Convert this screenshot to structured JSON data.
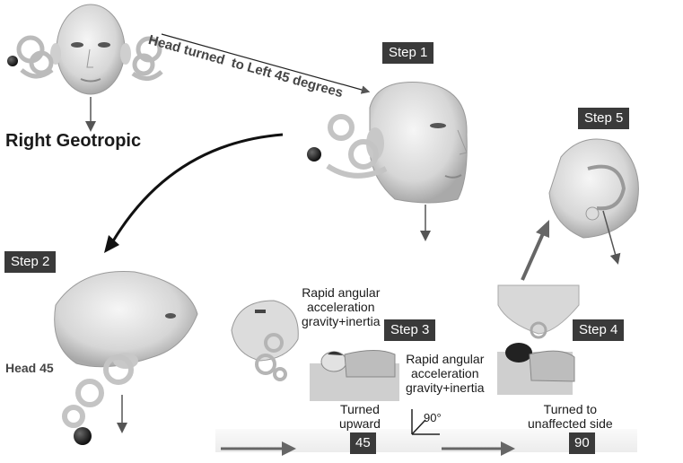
{
  "title_left": "Right Geotropic",
  "rotation_note": "Head turned  to Left 45 degrees",
  "steps": {
    "s1": "Step 1",
    "s2": "Step 2",
    "s3": "Step 3",
    "s4": "Step 4",
    "s5": "Step 5"
  },
  "head_45": "Head 45",
  "rapid_1": [
    "Rapid angular",
    "acceleration",
    "gravity+inertia"
  ],
  "rapid_2": [
    "Rapid angular",
    "acceleration",
    "gravity+inertia"
  ],
  "turned_upward": [
    "Turned",
    "upward"
  ],
  "turned_unaffected": [
    "Turned to",
    "unaffected side"
  ],
  "angle_label": "90°",
  "value_45": "45",
  "value_90": "90"
}
